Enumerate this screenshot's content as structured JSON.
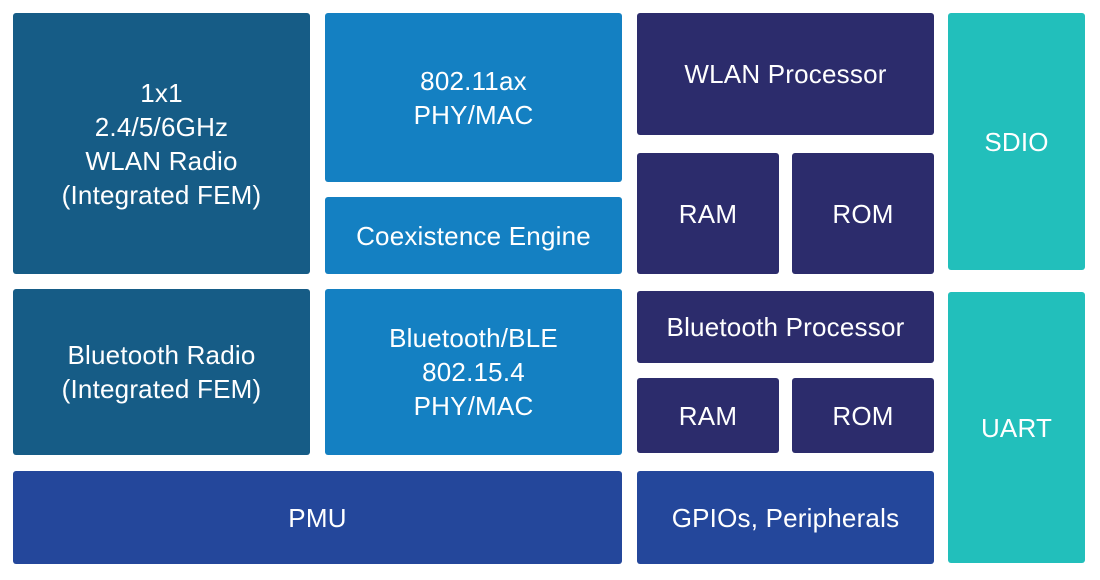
{
  "colors": {
    "radio": "#165c86",
    "phy_mac": "#1480c2",
    "processor": "#2c2c6c",
    "pmu": "#24479b",
    "interface": "#22bfbb"
  },
  "blocks": {
    "wlan_radio": [
      "1x1",
      "2.4/5/6GHz",
      "WLAN Radio",
      "(Integrated FEM)"
    ],
    "wlan_phy_mac": [
      "802.11ax",
      "PHY/MAC"
    ],
    "coexistence": "Coexistence Engine",
    "wlan_processor": "WLAN Processor",
    "wlan_ram": "RAM",
    "wlan_rom": "ROM",
    "sdio": "SDIO",
    "bt_radio": [
      "Bluetooth Radio",
      "(Integrated FEM)"
    ],
    "bt_phy_mac": [
      "Bluetooth/BLE",
      "802.15.4",
      "PHY/MAC"
    ],
    "bt_processor": "Bluetooth Processor",
    "bt_ram": "RAM",
    "bt_rom": "ROM",
    "uart": "UART",
    "pmu": "PMU",
    "gpios": "GPIOs, Peripherals"
  }
}
